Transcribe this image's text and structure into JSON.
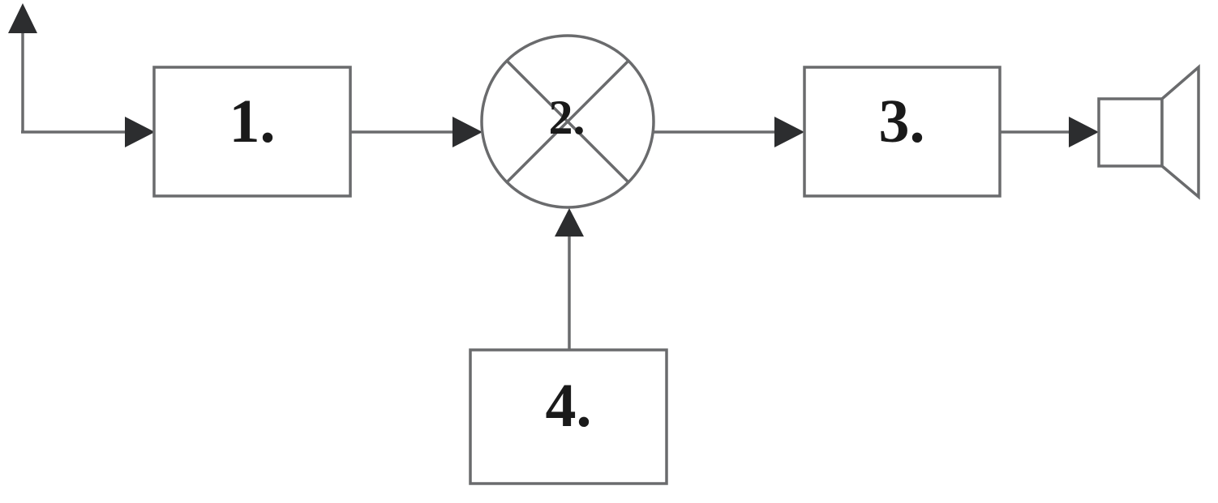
{
  "diagram": {
    "type": "block-diagram",
    "background_color": "#ffffff",
    "stroke_color": "#6a6b6d",
    "arrow_color": "#2c2d2f",
    "label_color": "#1a1a1a",
    "blocks": [
      {
        "id": "block-1",
        "label": "1.",
        "shape": "rectangle"
      },
      {
        "id": "mixer",
        "label": "2.",
        "shape": "circle-with-x"
      },
      {
        "id": "block-3",
        "label": "3.",
        "shape": "rectangle"
      },
      {
        "id": "block-4",
        "label": "4.",
        "shape": "rectangle"
      }
    ],
    "icons": [
      {
        "name": "antenna-icon"
      },
      {
        "name": "mixer-icon"
      },
      {
        "name": "speaker-icon"
      }
    ],
    "connections": [
      {
        "from": "antenna",
        "to": "block-1"
      },
      {
        "from": "block-1",
        "to": "mixer"
      },
      {
        "from": "mixer",
        "to": "block-3"
      },
      {
        "from": "block-3",
        "to": "speaker"
      },
      {
        "from": "block-4",
        "to": "mixer"
      }
    ]
  }
}
